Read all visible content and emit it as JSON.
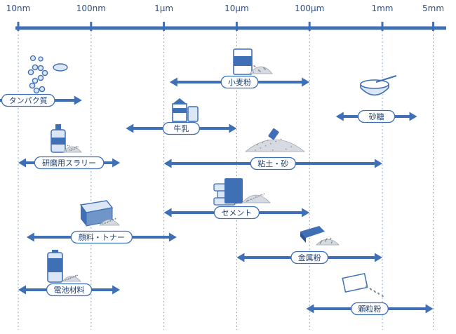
{
  "chart_data": {
    "type": "range",
    "unit": "m",
    "scale": "log",
    "xlim": [
      1e-08,
      0.005
    ],
    "ticks": [
      {
        "label": "10nm",
        "value": 1e-08
      },
      {
        "label": "100nm",
        "value": 1e-07
      },
      {
        "label": "1μm",
        "value": 1e-06
      },
      {
        "label": "10μm",
        "value": 1e-05
      },
      {
        "label": "100μm",
        "value": 0.0001
      },
      {
        "label": "1mm",
        "value": 0.001
      },
      {
        "label": "5mm",
        "value": 0.005
      }
    ],
    "series": [
      {
        "label": "タンパク質",
        "min": 2.5e-09,
        "max": 7.5e-08,
        "icon": "protein-icon"
      },
      {
        "label": "研磨用スラリー",
        "min": 1e-08,
        "max": 2.5e-07,
        "icon": "slurry-bottle-icon"
      },
      {
        "label": "顔料・トナー",
        "min": 1.3e-08,
        "max": 1.5e-06,
        "icon": "pigment-toner-icon"
      },
      {
        "label": "電池材料",
        "min": 1e-08,
        "max": 2.5e-07,
        "icon": "battery-icon"
      },
      {
        "label": "小麦粉",
        "min": 1.2e-06,
        "max": 0.0001,
        "icon": "flour-bag-icon"
      },
      {
        "label": "牛乳",
        "min": 3e-07,
        "max": 1e-05,
        "icon": "milk-icon"
      },
      {
        "label": "粘土・砂",
        "min": 1e-06,
        "max": 0.001,
        "icon": "clay-sand-icon"
      },
      {
        "label": "セメント",
        "min": 1e-06,
        "max": 0.0001,
        "icon": "cement-icon"
      },
      {
        "label": "金属粉",
        "min": 1e-05,
        "max": 0.001,
        "icon": "metal-powder-icon"
      },
      {
        "label": "砂糖",
        "min": 0.00023,
        "max": 0.003,
        "icon": "sugar-bowl-icon"
      },
      {
        "label": "顆粒粉",
        "min": 9e-05,
        "max": 0.005,
        "icon": "granule-powder-icon"
      }
    ]
  }
}
